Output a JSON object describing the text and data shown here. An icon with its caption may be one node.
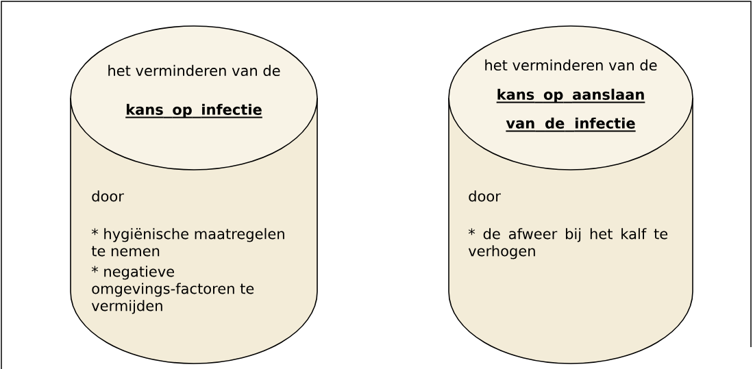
{
  "diagram": {
    "nodes": [
      {
        "text": [
          "het verminderen van de",
          "kans op infectie",
          "door",
          "* hygiënische maatregelen te nemen",
          "* negatieve omgevings-factoren te vermijden"
        ]
      },
      {
        "text": [
          "het verminderen van de",
          "kans op aanslaan van de infectie",
          "door",
          "* de afweer bij het kalf te verhogen"
        ]
      }
    ]
  }
}
